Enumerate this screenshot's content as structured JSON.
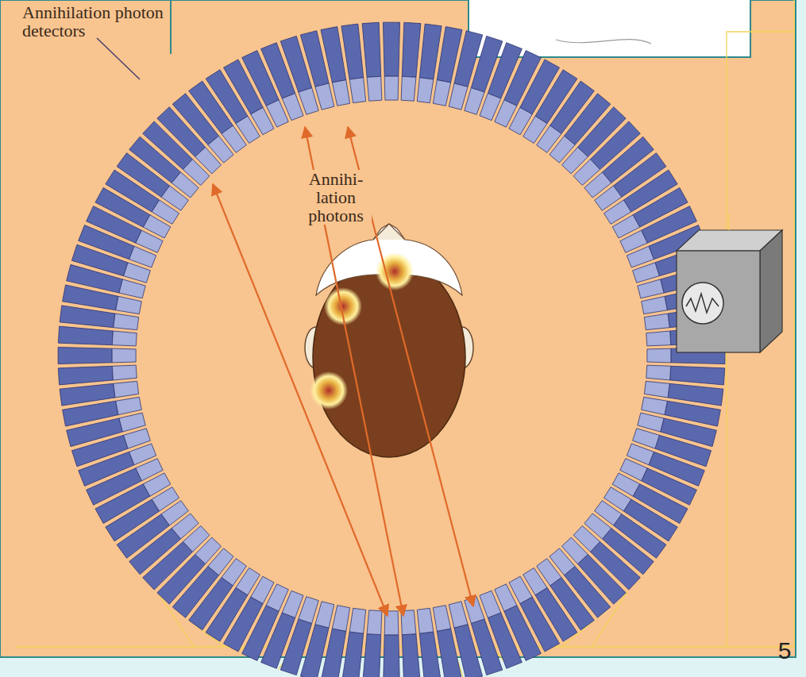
{
  "diagram": {
    "labels": [
      "Annihilation photon detectors",
      "Annihi- lation photons",
      "5"
    ]
  }
}
